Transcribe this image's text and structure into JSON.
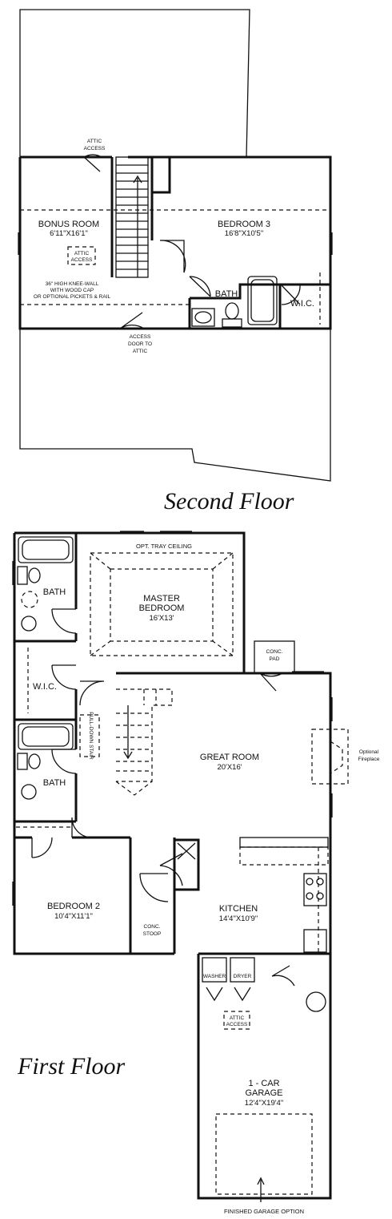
{
  "second_floor": {
    "title": "Second Floor",
    "attic_access_top": [
      "ATTIC",
      "ACCESS"
    ],
    "bonus_room": {
      "name": "BONUS ROOM",
      "size": "6'11\"X16'1\""
    },
    "attic_access_box": [
      "ATTIC",
      "ACCESS"
    ],
    "knee_wall_note": [
      "36\" HIGH KNEE-WALL",
      "WITH WOOD CAP",
      "OR OPTIONAL PICKETS & RAIL"
    ],
    "bedroom3": {
      "name": "BEDROOM 3",
      "size": "16'8\"X10'5\""
    },
    "bath": "BATH",
    "wic": "W.I.C.",
    "access_door": [
      "ACCESS",
      "DOOR TO",
      "ATTIC"
    ]
  },
  "first_floor": {
    "title": "First Floor",
    "tray_ceiling": "OPT. TRAY CEILING",
    "master_bedroom": {
      "name": [
        "MASTER",
        "BEDROOM"
      ],
      "size": "16'X13'"
    },
    "bath_upper": "BATH",
    "wic": "W.I.C.",
    "conc_pad": [
      "CONC.",
      "PAD"
    ],
    "pull_down_stair": "PULL-DOWN STAIR",
    "great_room": {
      "name": "GREAT ROOM",
      "size": "20'X16'"
    },
    "optional_fireplace": [
      "Optional",
      "Fireplace"
    ],
    "bath_lower": "BATH",
    "bedroom2": {
      "name": "BEDROOM 2",
      "size": "10'4\"X11'1\""
    },
    "conc_stoop": [
      "CONC.",
      "STOOP"
    ],
    "kitchen": {
      "name": "KITCHEN",
      "size": "14'4\"X10'9\""
    },
    "washer": "WASHER",
    "dryer": "DRYER",
    "attic_access": [
      "ATTIC",
      "ACCESS"
    ],
    "garage": {
      "name": [
        "1 - CAR",
        "GARAGE"
      ],
      "size": "12'4\"X19'4\""
    },
    "finished_garage_option": "FINISHED GARAGE OPTION"
  }
}
